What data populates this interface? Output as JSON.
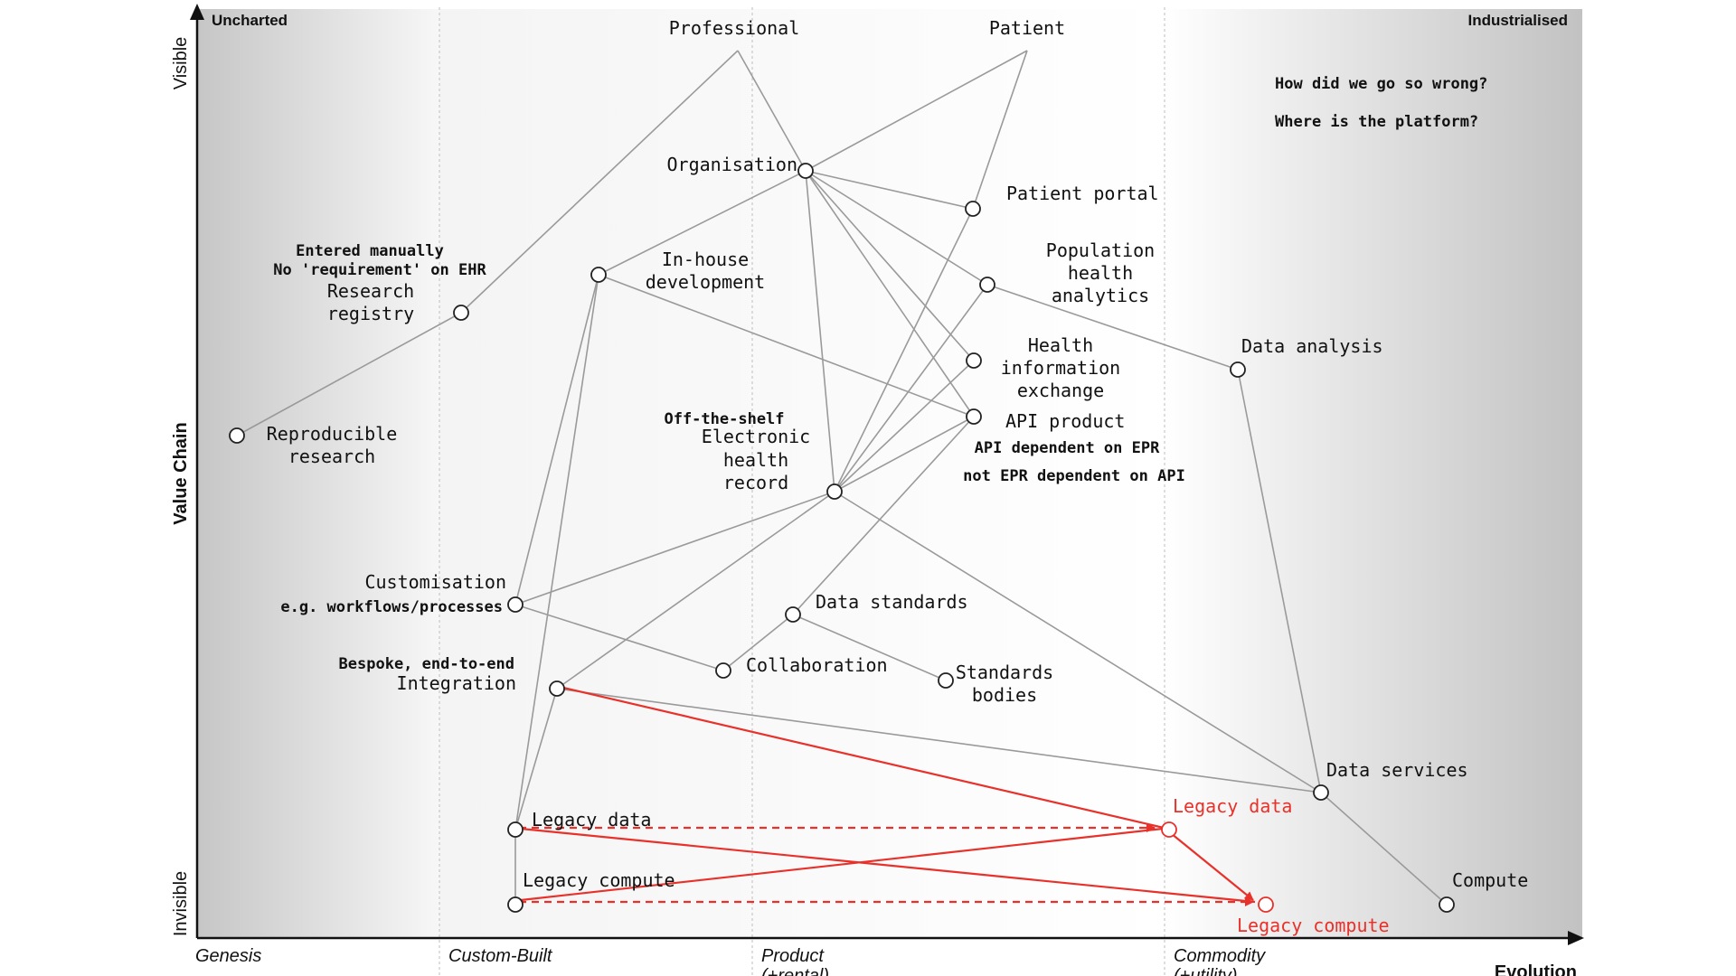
{
  "corners": {
    "uncharted": "Uncharted",
    "industrialised": "Industrialised"
  },
  "axes": {
    "y_label": "Value Chain",
    "y_top": "Visible",
    "y_bottom": "Invisible",
    "x_label": "Evolution",
    "stages": [
      {
        "line1": "Genesis",
        "line2": ""
      },
      {
        "line1": "Custom-Built",
        "line2": ""
      },
      {
        "line1": "Product",
        "line2": "(+rental)"
      },
      {
        "line1": "Commodity",
        "line2": "(+utility)"
      }
    ]
  },
  "questions": [
    "How did we go so wrong?",
    "Where is the platform?"
  ],
  "users": {
    "professional": "Professional",
    "patient": "Patient"
  },
  "components": {
    "organisation": "Organisation",
    "patient_portal": "Patient portal",
    "population_health": [
      "Population",
      "health",
      "analytics"
    ],
    "in_house": [
      "In-house",
      "development"
    ],
    "research_registry": [
      "Research",
      "registry"
    ],
    "data_analysis": "Data analysis",
    "health_info_exchange": [
      "Health",
      "information",
      "exchange"
    ],
    "api_product": "API product",
    "reproducible_research": [
      "Reproducible",
      "research"
    ],
    "ehr": [
      "Electronic",
      "health",
      "record"
    ],
    "customisation": "Customisation",
    "data_standards": "Data standards",
    "collaboration": "Collaboration",
    "standards_bodies": [
      "Standards",
      "bodies"
    ],
    "integration": "Integration",
    "data_services": "Data services",
    "legacy_data": "Legacy data",
    "legacy_compute": "Legacy compute",
    "compute": "Compute",
    "legacy_data_future": "Legacy data",
    "legacy_compute_future": "Legacy compute"
  },
  "annotations": {
    "entered_manually": "Entered manually",
    "no_requirement": "No 'requirement' on EHR",
    "off_the_shelf": "Off-the-shelf",
    "api_dependent": "API dependent on EPR",
    "not_epr_dependent": "not EPR dependent on API",
    "workflows": "e.g. workflows/processes",
    "bespoke": "Bespoke, end-to-end"
  },
  "colors": {
    "line": "#9a9a9a",
    "red": "#e8312a",
    "text": "#111111"
  }
}
